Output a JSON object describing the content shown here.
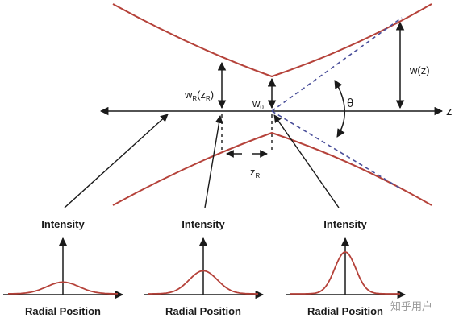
{
  "diagram": {
    "axis_label": "z",
    "beam_radius_label": "w(z)",
    "angle_label": "θ",
    "waist_label": {
      "main": "w",
      "sub": "0"
    },
    "rayleigh_radius_label": {
      "main": "w",
      "sub1": "R",
      "paren_open": "(z",
      "sub2": "R",
      "paren_close": ")"
    },
    "rayleigh_range_label": {
      "main": "z",
      "sub": "R"
    },
    "profiles": [
      {
        "intensity_label": "Intensity",
        "position_label": "Radial Position",
        "relative_peak": 0.28
      },
      {
        "intensity_label": "Intensity",
        "position_label": "Radial Position",
        "relative_peak": 0.55
      },
      {
        "intensity_label": "Intensity",
        "position_label": "Radial Position",
        "relative_peak": 1.0
      }
    ],
    "watermark": "知乎用户",
    "colors": {
      "beam": "#b5423a",
      "axis": "#1a1a1a",
      "divergence": "#4a4f9a",
      "profile": "#b5423a"
    }
  }
}
